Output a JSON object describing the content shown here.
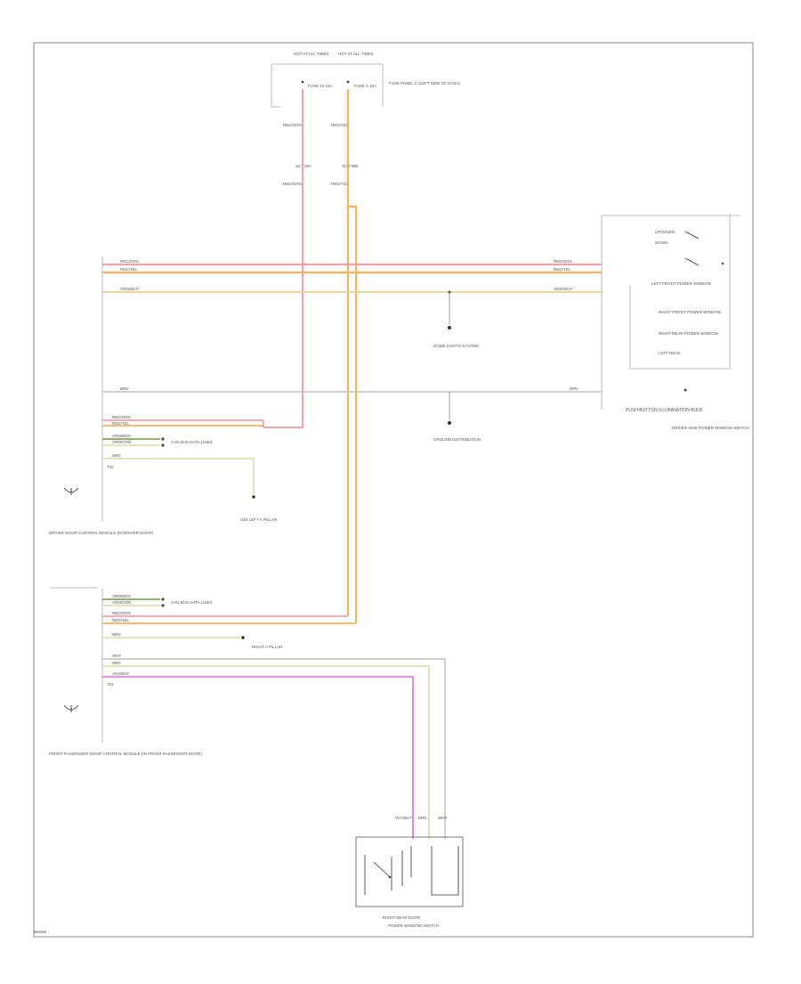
{
  "diagram": {
    "footer_code": "W8460",
    "colors": {
      "red": "#f4a0a8",
      "orange": "#f6b35c",
      "yellow_light": "#e2d8a0",
      "gray": "#c0c0c0",
      "green": "#6f9a3e",
      "violet": "#e06ae0",
      "frame": "#888888"
    },
    "fuses": {
      "f1_hot": "HOT AT ALL TIMES",
      "f2_hot": "HOT AT ALL TIMES",
      "f1_name": "FUSE 10 15A",
      "f2_name": "FUSE 9 15A",
      "fuse_panel": "FUSE PANEL C (LEFT SIDE OF DASH)"
    },
    "connectors": {
      "c1": "SC T30A",
      "c2": "SC T30B",
      "w1a": "RED/GRN",
      "w1b": "RED/GRN",
      "w2a": "RED/YEL",
      "w2b": "RED/YEL"
    },
    "switch_top": {
      "title": "PUSH BUTTON ILLUMINATION BULB",
      "subtitle": "DRIVER SIDE POWER WINDOW SWITCH",
      "labels": [
        "UP/DOWN",
        "DOWN",
        "LEFT FRONT POWER WINDOW",
        "RIGHT FRONT POWER WINDOW",
        "RIGHT REAR POWER WINDOW",
        "LEFT REAR"
      ]
    },
    "wires_top": [
      "RED/GRN",
      "RED/YEL",
      "GRN/WHT",
      "BRN"
    ],
    "dome_label": "DOME LIGHTS SYSTEM",
    "ground_label": "GROUND DISTRIBUTION",
    "driver_module": {
      "title": "DRIVER DOOR CONTROL MODULE (IN DRIVER DOOR)",
      "pins": [
        "RED/GRN",
        "RED/YEL",
        "ORN/BRN",
        "ORN/GRN",
        "BRN"
      ],
      "can_label": "CAN BUS DATA LINES",
      "ground": "G54 LEFT A PILLAR",
      "conn": "T32"
    },
    "pass_module": {
      "title": "FRONT PASSENGER DOOR CONTROL MODULE (IN FRONT PASSENGER DOOR)",
      "pins": [
        "ORN/BRN",
        "ORN/GRN",
        "RED/GRN",
        "RED/YEL",
        "BRN",
        "WHT",
        "BRN",
        "VIO/WHT"
      ],
      "can_label": "CAN BUS DATA LINES",
      "ground": "RIGHT A PILLAR",
      "conn": "T32"
    },
    "rear_switch": {
      "title": "RIGHT REAR DOOR",
      "subtitle": "POWER WINDOW SWITCH",
      "pins": [
        "VIO/WHT",
        "BRN",
        "WHT"
      ]
    }
  }
}
